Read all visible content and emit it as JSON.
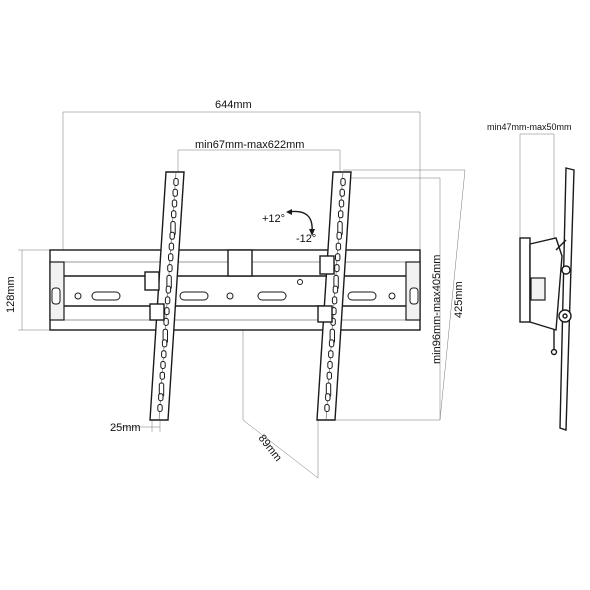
{
  "dimensions": {
    "overall_width": "644mm",
    "arm_spacing": "min67mm-max622mm",
    "height": "128mm",
    "arm_width": "25mm",
    "depth_offset": "89mm",
    "vertical_hole_range": "min96mm-max405mm",
    "arm_length": "425mm",
    "wall_distance": "min47mm-max50mm"
  },
  "tilt": {
    "up": "+12°",
    "down": "-12°"
  },
  "colors": {
    "line": "#1a1a1a",
    "dimension_line": "#777777",
    "background": "#ffffff"
  }
}
